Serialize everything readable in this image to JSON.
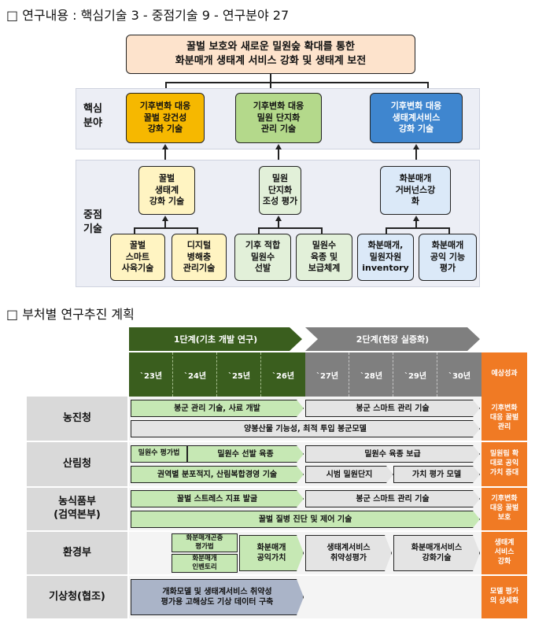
{
  "section1_heading": "□ 연구내용 : 핵심기술 3 - 중점기술 9 - 연구분야 27",
  "section2_heading": "□ 부처별 연구추진 계획",
  "goal": "꿀벌 보호와 새로운 밀원숲 확대를 통한\n화분매개 생태계 서비스 강화 및 생태계 보전",
  "core_label": "핵심\n분야",
  "focus_label": "중점\n기술",
  "core_fields": [
    {
      "text": "기후변화 대응\n꿀벌 강건성\n강화 기술",
      "color": "#f6b800"
    },
    {
      "text": "기후변화 대응\n밀원 단지화\n관리 기술",
      "color": "#b4d98b"
    },
    {
      "text": "기후변화 대응\n생태계서비스\n강화 기술",
      "color": "#3f86cf"
    }
  ],
  "mid_tech": [
    {
      "text": "꿀벌\n생태계\n강화 기술",
      "color": "#fff4c2"
    },
    {
      "text": "밀원\n단지화\n조성 평가",
      "color": "#e2f0d9"
    },
    {
      "text": "화분매개\n거버넌스강\n화",
      "color": "#dbe9f8"
    }
  ],
  "leaf_tech": [
    {
      "text": "꿀벌\n스마트\n사육기술",
      "color": "#fff4c2"
    },
    {
      "text": "디지털\n병해충\n관리기술",
      "color": "#fff4c2"
    },
    {
      "text": "기후 적합\n밀원수\n선발",
      "color": "#e2f0d9"
    },
    {
      "text": "밀원수\n육종 및\n보급체계",
      "color": "#e2f0d9"
    },
    {
      "text": "화분매개,\n밀원자원\ninventory",
      "color": "#dbe9f8"
    },
    {
      "text": "화분매개\n공익 기능\n평가",
      "color": "#dbe9f8"
    }
  ],
  "phases": [
    {
      "label": "1단계(기초 개발 연구)",
      "color": "#3a5e1e"
    },
    {
      "label": "2단계(현장 실증화)",
      "color": "#7f7f7f"
    }
  ],
  "years": [
    "`23년",
    "`24년",
    "`25년",
    "`26년",
    "`27년",
    "`28년",
    "`29년",
    "`30년"
  ],
  "outcome_header": "예상성과",
  "ministries": [
    {
      "name": "농진청",
      "outcome": "기후변화\n대응 꿀벌\n관리"
    },
    {
      "name": "산림청",
      "outcome": "밀원림 확\n대로 공익\n가치 증대"
    },
    {
      "name": "농식품부\n(검역본부)",
      "outcome": "기후변화\n대응 꿀벌\n보호"
    },
    {
      "name": "환경부",
      "outcome": "생태계\n서비스\n강화"
    },
    {
      "name": "기상청(협조)",
      "outcome": "모델 평가\n의 상세화"
    }
  ],
  "tasks": {
    "rda_1a": "봉군 관리 기술, 사료 개발",
    "rda_1b": "봉군 스마트 관리 기술",
    "rda_2": "양봉산물 기능성, 최적 투입 봉군모델",
    "kfs_1a": "밀원수 평가법",
    "kfs_1b": "밀원수 선발 육종",
    "kfs_1c": "밀원수 육종 보급",
    "kfs_2a": "권역별 분포적지, 산림복합경영 기술",
    "kfs_2b": "시범 밀원단지",
    "kfs_2c": "가치 평가 모델",
    "qia_1a": "꿀벌 스트레스 지표 발굴",
    "qia_1b": "봉군 스마트 관리 기술",
    "qia_2": "꿀벌 질병 진단 및 제어 기술",
    "me_1": "화분매개곤충\n평가법",
    "me_2": "화분매개\n인벤토리",
    "me_3": "화분매개\n공익가치",
    "me_4": "생태계서비스\n취약성평가",
    "me_5": "화분매개서비스\n강화기술",
    "kma_1": "개화모델 및 생태계서비스 취약성\n평가용 고해상도 기상 데이터 구축"
  }
}
